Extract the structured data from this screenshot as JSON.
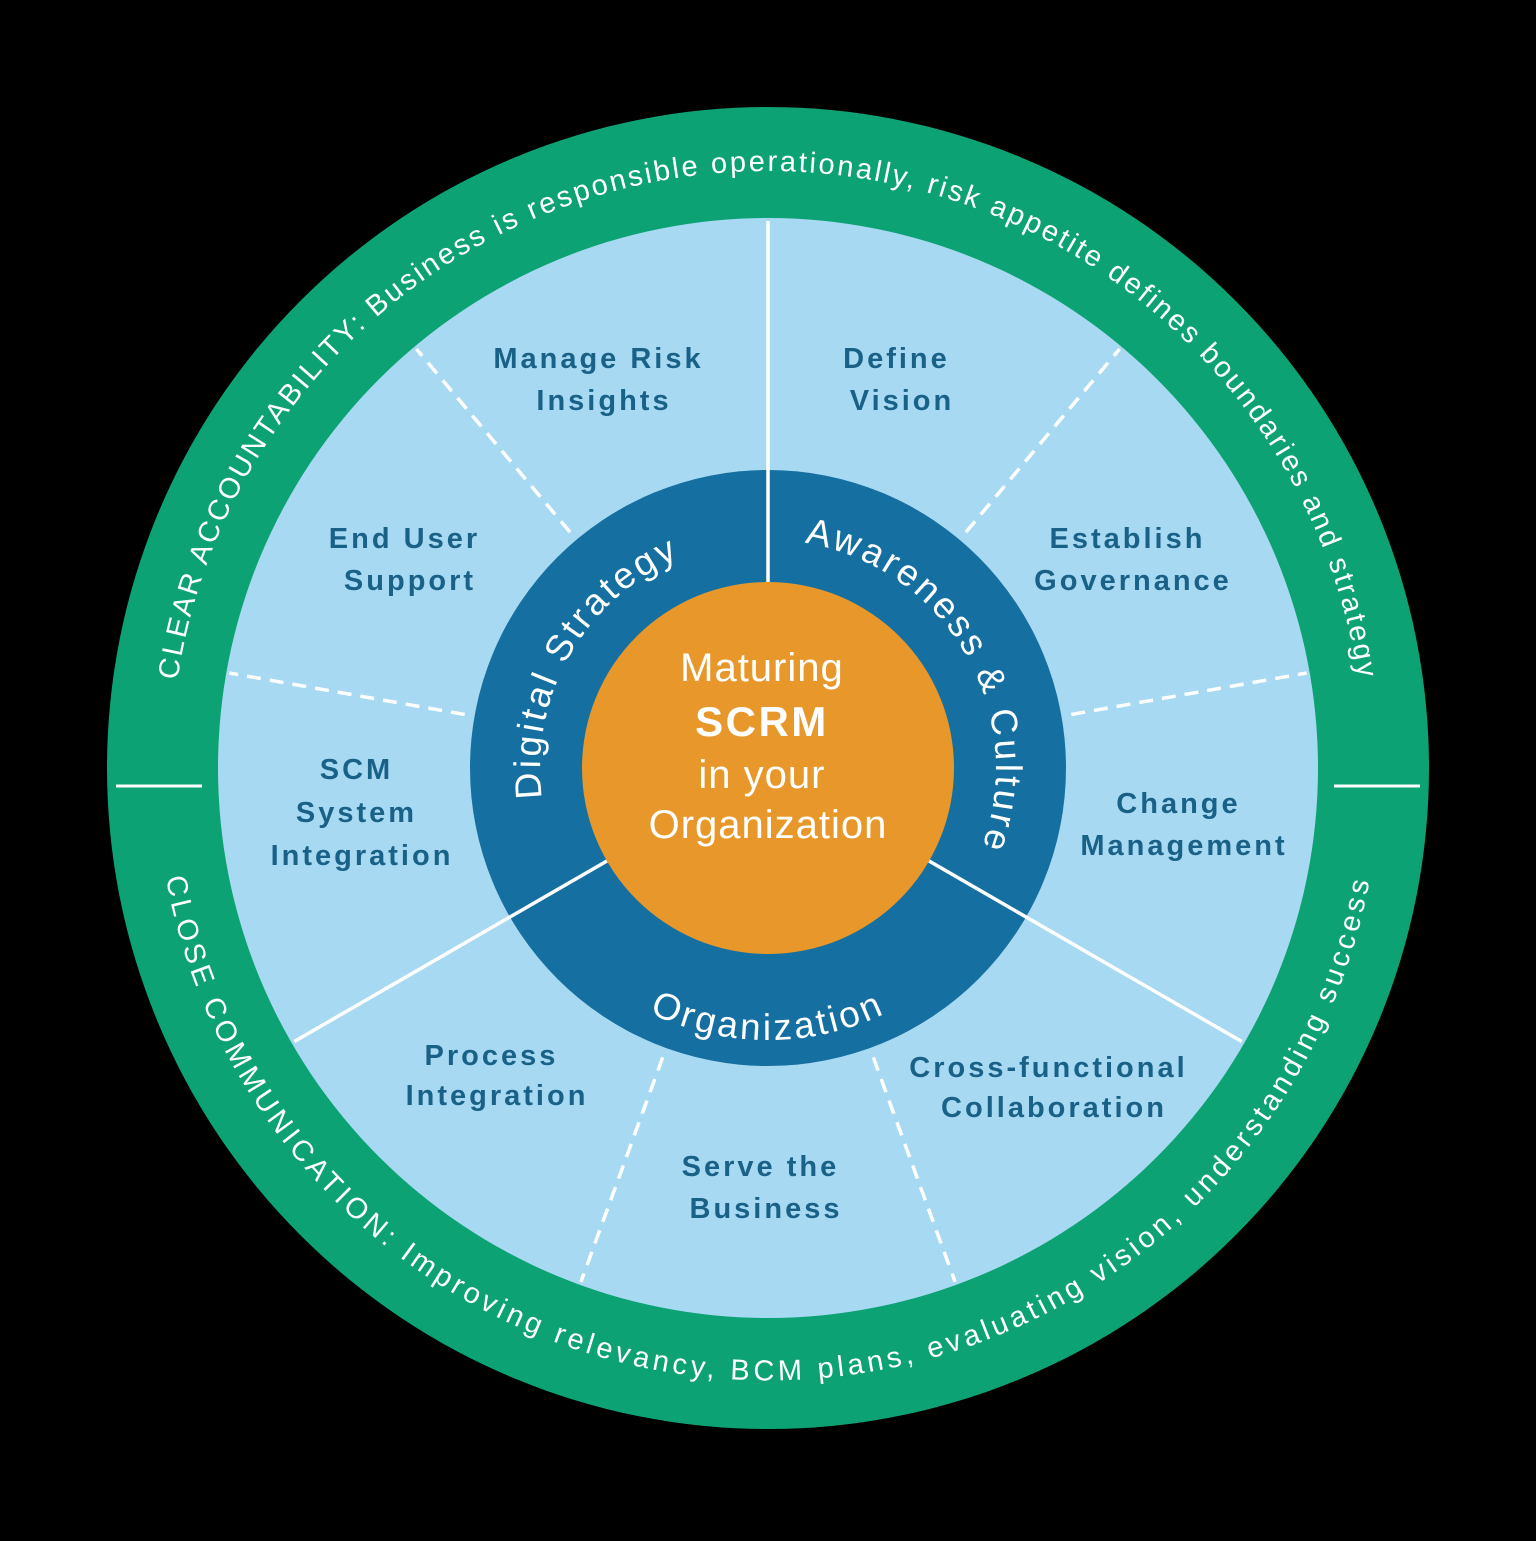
{
  "background_color": "#000000",
  "colors": {
    "outer_ring_green": "#0DA274",
    "middle_ring_light_blue": "#A7D9F2",
    "inner_ring_dark_blue": "#156FA1",
    "center_circle_orange": "#E8982B",
    "segment_label_blue": "#1A6187",
    "curved_text_white": "#FFFFFF"
  },
  "center": {
    "lines": [
      "Maturing",
      "SCRM",
      "in your",
      "Organization"
    ]
  },
  "inner_ring": {
    "sectors": [
      {
        "id": "digital-strategy",
        "label": "Digital Strategy"
      },
      {
        "id": "awareness-culture",
        "label": "Awareness & Culture"
      },
      {
        "id": "organization",
        "label": "Organization"
      }
    ]
  },
  "middle_ring": {
    "segments": [
      {
        "id": "manage-risk-insights",
        "lines": [
          "Manage Risk",
          "Insights"
        ]
      },
      {
        "id": "define-vision",
        "lines": [
          "Define",
          "Vision"
        ]
      },
      {
        "id": "establish-governance",
        "lines": [
          "Establish",
          "Governance"
        ]
      },
      {
        "id": "change-management",
        "lines": [
          "Change",
          "Management"
        ]
      },
      {
        "id": "cross-functional-collaboration",
        "lines": [
          "Cross-functional",
          "Collaboration"
        ]
      },
      {
        "id": "serve-the-business",
        "lines": [
          "Serve the",
          "Business"
        ]
      },
      {
        "id": "process-integration",
        "lines": [
          "Process",
          "Integration"
        ]
      },
      {
        "id": "scm-system-integration",
        "lines": [
          "SCM",
          "System",
          "Integration"
        ]
      },
      {
        "id": "end-user-support",
        "lines": [
          "End User",
          "Support"
        ]
      }
    ]
  },
  "outer_ring": {
    "top_text": "CLEAR ACCOUNTABILITY: Business is responsible operationally, risk appetite defines boundaries and strategy",
    "bottom_text": "CLOSE COMMUNICATION: Improving relevancy, BCM plans, evaluating vision, understanding success"
  }
}
